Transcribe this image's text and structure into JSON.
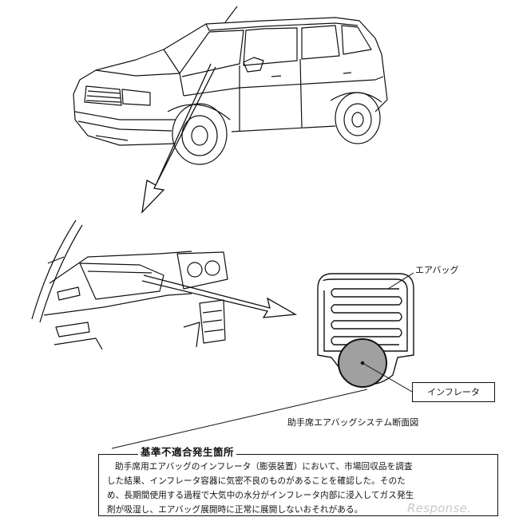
{
  "labels": {
    "airbag": "エアバッグ",
    "inflator": "インフレータ",
    "caption": "助手席エアバッグシステム断面図"
  },
  "notice": {
    "heading": "基準不適合発生箇所",
    "lines": [
      "助手席用エアバッグのインフレータ（膨張装置）において、市場回収品を調査",
      "した結果、インフレータ容器に気密不良のものがあることを確認した。そのた",
      "め、長期間使用する過程で大気中の水分がインフレータ内部に浸入してガス発生",
      "剤が吸湿し、エアバッグ展開時に正常に展開しないおそれがある。"
    ]
  },
  "watermark": "Response."
}
